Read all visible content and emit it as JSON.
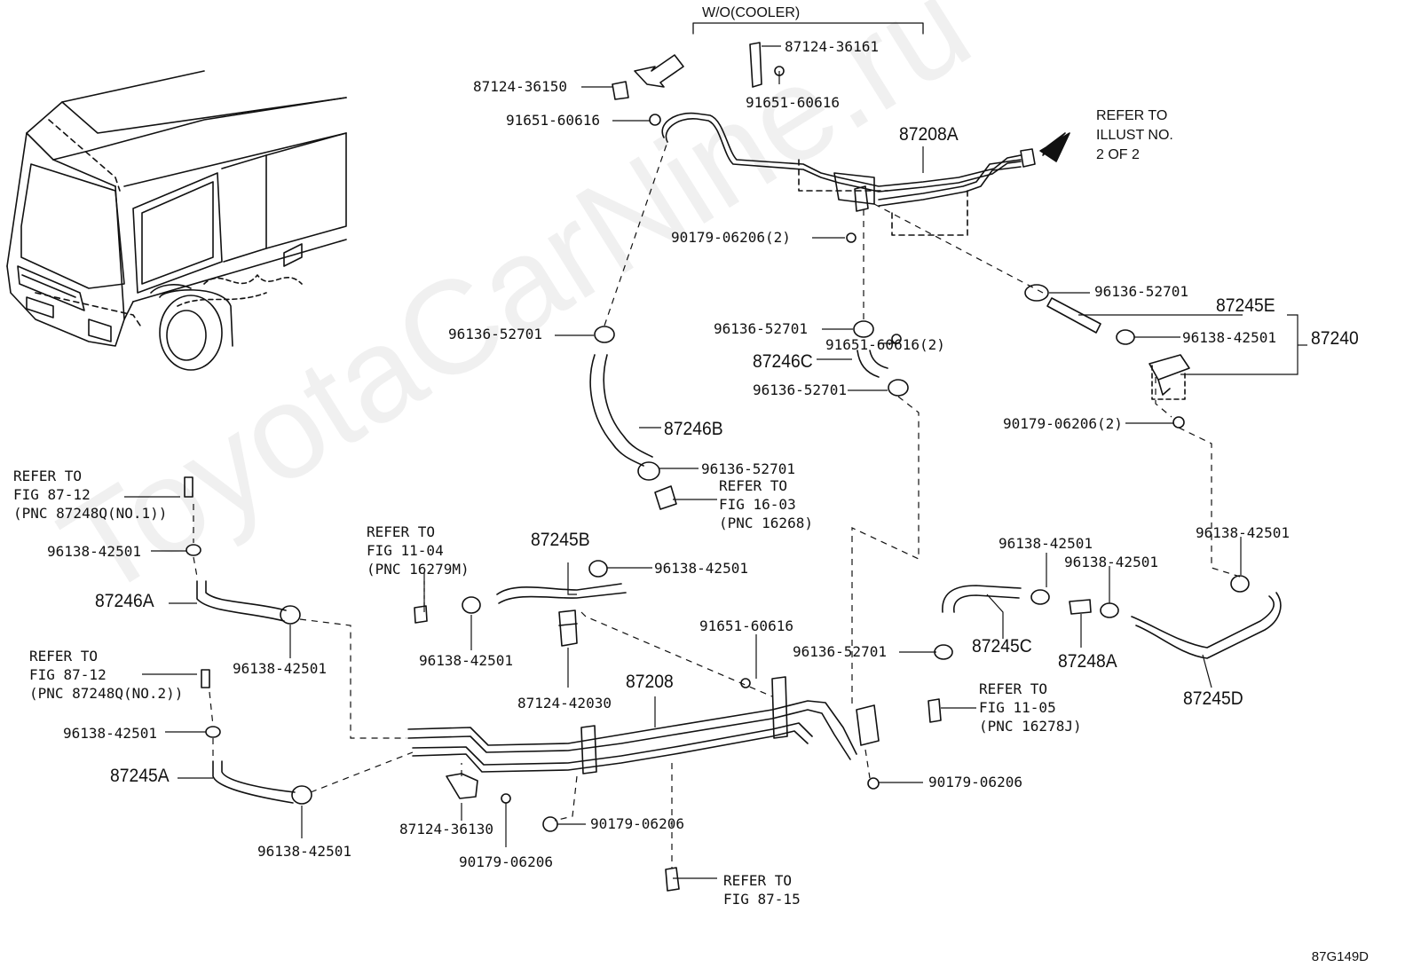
{
  "watermark": "ToyotaCarNine.ru",
  "diagram_code": "87G149D",
  "notes": {
    "wo_cooler": "W/O(COOLER)",
    "refer_illust": "REFER TO\nILLUST NO.\n2 OF 2",
    "refer_fig_87_12_no1": "REFER TO\nFIG 87-12\n(PNC 87248Q(NO.1))",
    "refer_fig_87_12_no2": "REFER TO\nFIG 87-12\n(PNC 87248Q(NO.2))",
    "refer_fig_11_04": "REFER TO\nFIG 11-04\n(PNC 16279M)",
    "refer_fig_16_03": "REFER TO\nFIG 16-03\n(PNC 16268)",
    "refer_fig_11_05": "REFER TO\nFIG 11-05\n(PNC 16278J)",
    "refer_fig_87_15": "REFER TO\nFIG 87-15"
  },
  "parts": {
    "p87124_36161": "87124-36161",
    "p87124_36150": "87124-36150",
    "p91651_60616_a": "91651-60616",
    "p91651_60616_b": "91651-60616",
    "p87208A": "87208A",
    "p90179_06206_2a": "90179-06206(2)",
    "p96136_52701_a": "96136-52701",
    "p96136_52701_b": "96136-52701",
    "p96136_52701_c": "96136-52701",
    "p96136_52701_d": "96136-52701",
    "p96136_52701_e": "96136-52701",
    "p96136_52701_f": "96136-52701",
    "p91651_60616_2": "91651-60616(2)",
    "p87245E": "87245E",
    "p87240": "87240",
    "p96138_42501_a": "96138-42501",
    "p87246C": "87246C",
    "p90179_06206_2b": "90179-06206(2)",
    "p87246B": "87246B",
    "p87245B": "87245B",
    "p96138_42501_b": "96138-42501",
    "p96138_42501_c": "96138-42501",
    "p96138_42501_d": "96138-42501",
    "p96138_42501_e": "96138-42501",
    "p96138_42501_f": "96138-42501",
    "p96138_42501_g": "96138-42501",
    "p96138_42501_h": "96138-42501",
    "p96138_42501_i": "96138-42501",
    "p96138_42501_j": "96138-42501",
    "p87246A": "87246A",
    "p87245A": "87245A",
    "p87245C": "87245C",
    "p87248A": "87248A",
    "p87245D": "87245D",
    "p91651_60616_c": "91651-60616",
    "p87208": "87208",
    "p87124_42030": "87124-42030",
    "p87124_36130": "87124-36130",
    "p90179_06206_a": "90179-06206",
    "p90179_06206_b": "90179-06206",
    "p90179_06206_c": "90179-06206"
  }
}
